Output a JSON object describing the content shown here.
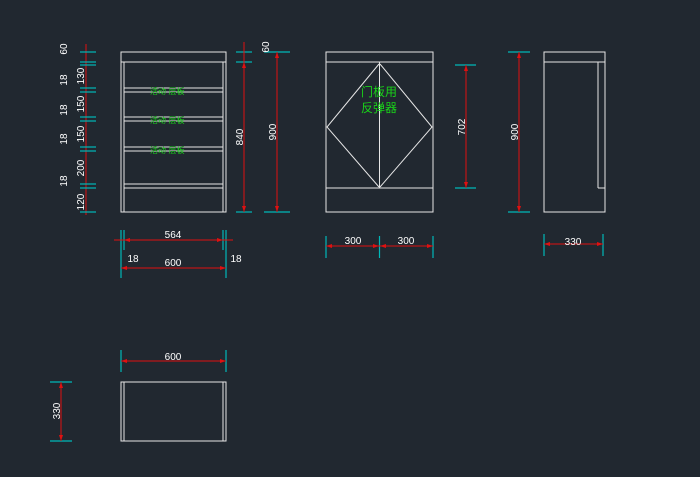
{
  "front_view": {
    "shelf_labels": [
      "活动 层板",
      "活动 层板",
      "活动 层板"
    ],
    "left_dims": [
      "60",
      "18",
      "130",
      "18",
      "150",
      "18",
      "150",
      "18",
      "200",
      "120"
    ],
    "right_dims": [
      "60",
      "840",
      "900"
    ],
    "bottom_dims": [
      "564",
      "18",
      "600",
      "18"
    ]
  },
  "door_view": {
    "note_lines": [
      "门板用",
      "反弹器"
    ],
    "height_dim": "702",
    "width_dims": [
      "300",
      "300"
    ]
  },
  "side_view": {
    "height_dim": "900",
    "depth_dim": "330"
  },
  "plan_view": {
    "width_dim": "600",
    "depth_dim": "330"
  },
  "colors": {
    "background": "#212830",
    "geometry": "#e6e6e6",
    "dimension": "#e01010",
    "extension": "#00b8b8",
    "note_text": "#19d219"
  }
}
